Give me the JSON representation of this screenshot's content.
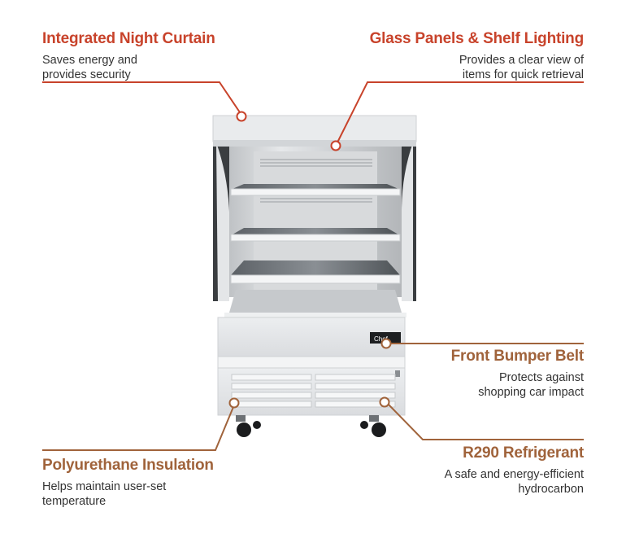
{
  "callouts": {
    "night_curtain": {
      "title": "Integrated Night Curtain",
      "desc_line1": "Saves energy and",
      "desc_line2": "provides security",
      "color": "#c8432b"
    },
    "glass_panels": {
      "title": "Glass Panels & Shelf Lighting",
      "desc_line1": "Provides a clear view of",
      "desc_line2": "items for quick retrieval",
      "color": "#c8432b"
    },
    "bumper_belt": {
      "title": "Front Bumper Belt",
      "desc_line1": "Protects against",
      "desc_line2": "shopping car impact",
      "color": "#a0633b"
    },
    "refrigerant": {
      "title": "R290 Refrigerant",
      "desc_line1": "A safe and energy-efficient",
      "desc_line2": "hydrocarbon",
      "color": "#a0633b"
    },
    "insulation": {
      "title": "Polyurethane Insulation",
      "desc_line1": "Helps maintain user-set",
      "desc_line2": "temperature",
      "color": "#a0633b"
    }
  },
  "product": {
    "brand_label": "Chef"
  }
}
